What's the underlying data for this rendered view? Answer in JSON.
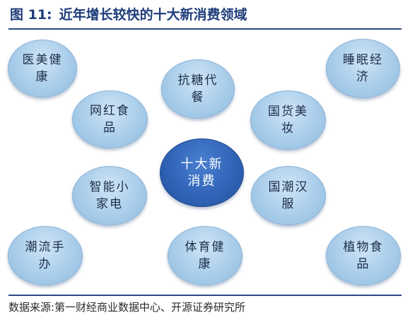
{
  "header": {
    "figure_number": "图 11:",
    "title": "近年增长较快的十大新消费领域"
  },
  "diagram": {
    "center": {
      "label": "十大新消费"
    },
    "nodes": [
      {
        "label": "医美健康"
      },
      {
        "label": "睡眠经济"
      },
      {
        "label": "抗糖代餐"
      },
      {
        "label": "网红食品"
      },
      {
        "label": "国货美妆"
      },
      {
        "label": "智能小家电"
      },
      {
        "label": "国潮汉服"
      },
      {
        "label": "潮流手办"
      },
      {
        "label": "体育健康"
      },
      {
        "label": "植物食品"
      }
    ]
  },
  "footer": {
    "source": "数据来源:第一财经商业数据中心、开源证券研究所"
  },
  "colors": {
    "title": "#1f3d7a",
    "bubble": "#a9cdea",
    "center_bubble": "#2f62b5"
  }
}
